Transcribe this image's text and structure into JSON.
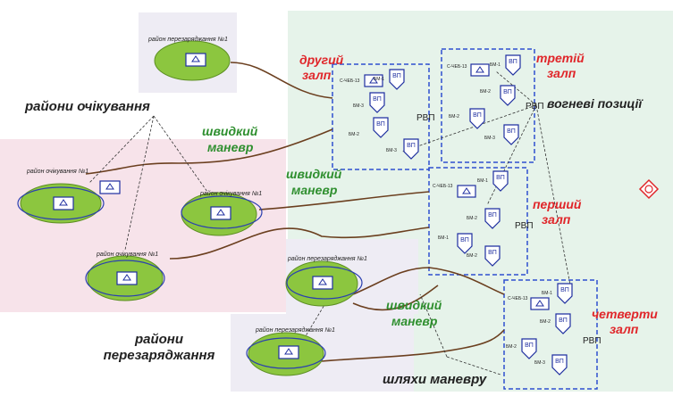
{
  "labels": {
    "waiting_areas": "райони очікування",
    "reload_areas_line1": "райони",
    "reload_areas_line2": "перезаряджання",
    "maneuver_routes": "шляхи маневру",
    "firing_positions": "вогневі позиції",
    "quick_maneuver": "швидкий",
    "quick_maneuver_2": "маневр",
    "second_salvo_1": "другий",
    "second_salvo_2": "залп",
    "third_salvo_1": "третій",
    "third_salvo_2": "залп",
    "first_salvo_1": "перший",
    "first_salvo_2": "залп",
    "fourth_salvo_1": "четверти",
    "fourth_salvo_2": "залп",
    "rvp": "РВП",
    "vp": "ВП",
    "bm1": "БМ-1",
    "bm2": "БМ-2",
    "bm3": "БМ-3",
    "cheb": "С-ЧЕБ-13",
    "area_wait": "район очікування №1",
    "area_reload": "район перезаряджання №1"
  },
  "colors": {
    "accent_red": "#e0262a",
    "accent_green": "#2f8f2f",
    "unit_blue": "#1f2fa0",
    "zone_pink": "#f7e3ea",
    "zone_lilac": "#eeecf4",
    "zone_green": "#e6f3ea",
    "blob_green": "#8cc63f"
  }
}
